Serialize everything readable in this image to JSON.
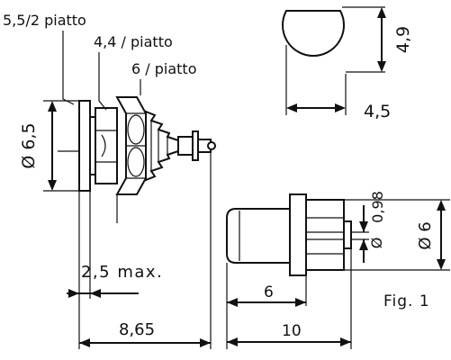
{
  "labels": {
    "callout_5_5_2": "5,5/2 piatto",
    "callout_4_4": "4,4 / piatto",
    "callout_6": "6 / piatto",
    "dim_diameter_6_5": "Ø 6,5",
    "dim_2_5_max": "2,5 max.",
    "dim_8_65": "8,65",
    "dim_4_9": "4,9",
    "dim_4_5": "4,5",
    "dim_0_98": "0,98",
    "dim_diameter_6": "Ø 6",
    "dim_6": "6",
    "dim_10": "10",
    "figure_label": "Fig. 1"
  }
}
